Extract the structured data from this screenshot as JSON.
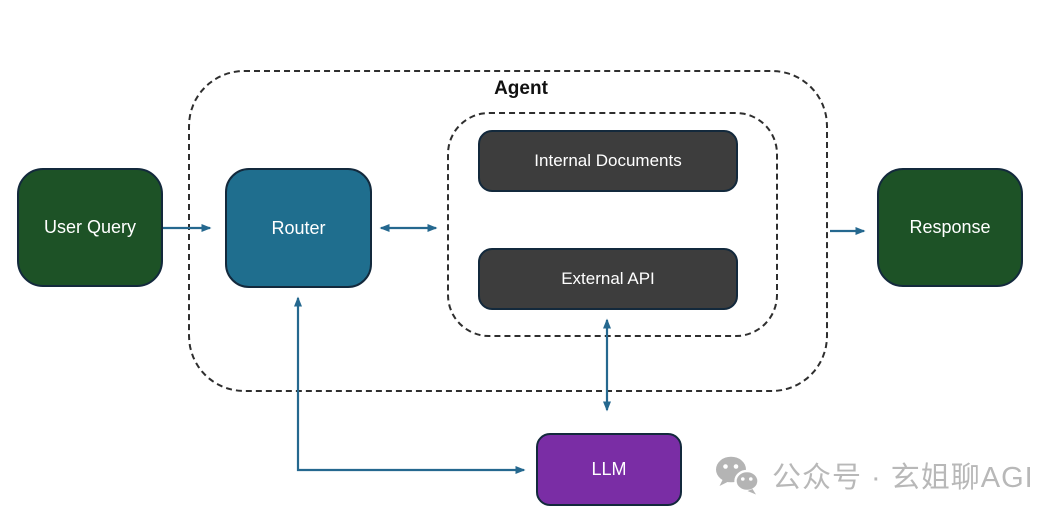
{
  "diagram": {
    "agent_container": {
      "label": "Agent"
    },
    "nodes": {
      "user_query": {
        "label": "User Query",
        "fill": "#1d5226"
      },
      "router": {
        "label": "Router",
        "fill": "#1f6e8e"
      },
      "internal_documents": {
        "label": "Internal Documents",
        "fill": "#3d3d3d"
      },
      "external_api": {
        "label": "External API",
        "fill": "#3d3d3d"
      },
      "llm": {
        "label": "LLM",
        "fill": "#7a2da5"
      },
      "response": {
        "label": "Response",
        "fill": "#1d5226"
      }
    },
    "edges": [
      {
        "from": "user_query",
        "to": "router",
        "direction": "one-way"
      },
      {
        "from": "router",
        "to": "tools-container",
        "direction": "two-way"
      },
      {
        "from": "external_api",
        "to": "llm",
        "direction": "two-way"
      },
      {
        "from": "router",
        "to": "llm",
        "direction": "two-way",
        "shape": "elbow"
      },
      {
        "from": "agent",
        "to": "response",
        "direction": "one-way"
      }
    ],
    "colors": {
      "arrow": "#25688f",
      "dashed_border": "#2e2e2e",
      "node_border": "#13293c",
      "node_text": "#ffffff",
      "agent_label_text": "#111111"
    }
  },
  "watermark": {
    "icon": "wechat-icon",
    "text": "公众号 · 玄姐聊AGI",
    "color": "#b8b8b8"
  }
}
